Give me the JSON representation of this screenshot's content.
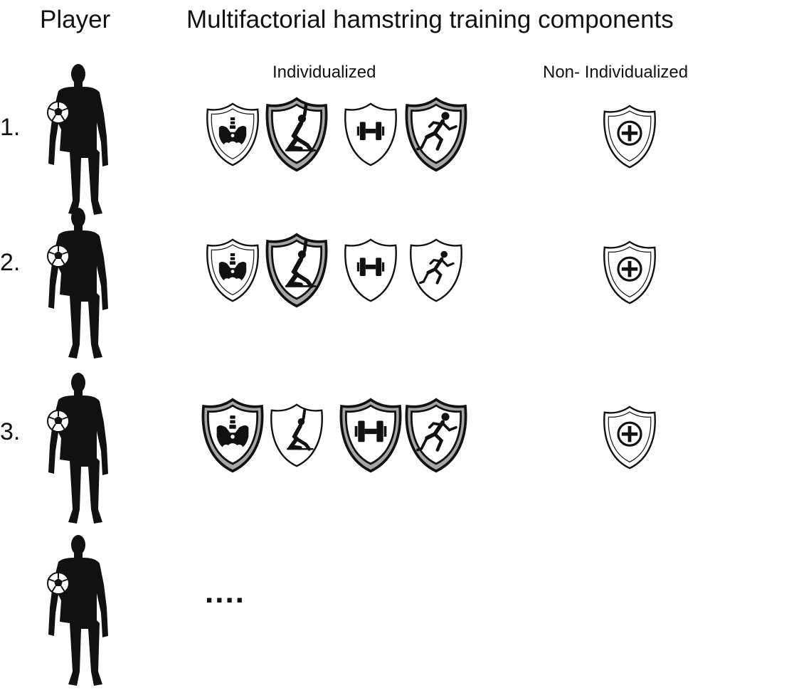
{
  "headers": {
    "player": "Player",
    "components": "Multifactorial hamstring training components",
    "individualized": "Individualized",
    "non_individualized": "Non- Individualized"
  },
  "players": [
    {
      "label": "1.",
      "components": [
        {
          "icon": "pelvis-icon",
          "level": "medium"
        },
        {
          "icon": "stretching-icon",
          "level": "heavy"
        },
        {
          "icon": "dumbbell-icon",
          "level": "light"
        },
        {
          "icon": "sprinting-icon",
          "level": "heavy"
        }
      ],
      "non_individualized": {
        "icon": "plus-icon",
        "level": "medium"
      }
    },
    {
      "label": "2.",
      "components": [
        {
          "icon": "pelvis-icon",
          "level": "medium"
        },
        {
          "icon": "stretching-icon",
          "level": "heavy"
        },
        {
          "icon": "dumbbell-icon",
          "level": "light"
        },
        {
          "icon": "sprinting-icon",
          "level": "light"
        }
      ],
      "non_individualized": {
        "icon": "plus-icon",
        "level": "medium"
      }
    },
    {
      "label": "3.",
      "components": [
        {
          "icon": "pelvis-icon",
          "level": "heavy"
        },
        {
          "icon": "stretching-icon",
          "level": "light"
        },
        {
          "icon": "dumbbell-icon",
          "level": "heavy"
        },
        {
          "icon": "sprinting-icon",
          "level": "heavy"
        }
      ],
      "non_individualized": {
        "icon": "plus-icon",
        "level": "medium"
      }
    },
    {
      "label": "",
      "components": [],
      "non_individualized": null
    }
  ],
  "more_indicator": "....",
  "colors": {
    "silhouette": "#111111",
    "shield_fill": "#ffffff",
    "shield_band": "#a6a6a6",
    "outline": "#111111"
  }
}
